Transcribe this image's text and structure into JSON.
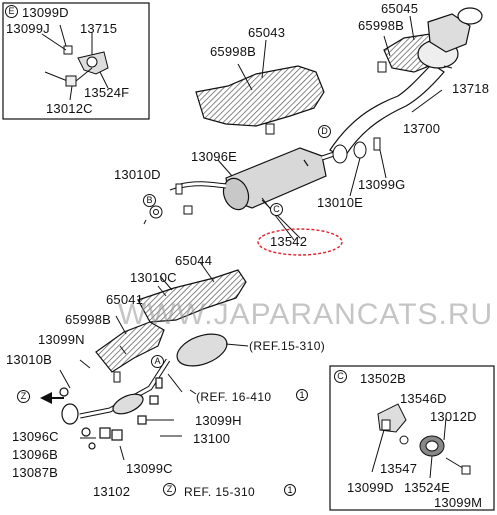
{
  "watermark": "WWW.JAPARANCATS.RU",
  "colors": {
    "line": "#111111",
    "hatch": "#555555",
    "highlight": "#e0202a"
  },
  "callouts": {
    "e": "E",
    "d": "D",
    "c": "C",
    "b": "B",
    "a": "A",
    "z": "Z"
  },
  "parts": {
    "p13099D_e": "13099D",
    "p13099J": "13099J",
    "p13715": "13715",
    "p13524F": "13524F",
    "p13012C": "13012C",
    "p65043": "65043",
    "p65998B_top": "65998B",
    "p65045": "65045",
    "p65998B_right": "65998B",
    "p13718": "13718",
    "p13700": "13700",
    "p13096E": "13096E",
    "p13010D": "13010D",
    "p13099G": "13099G",
    "p13010E": "13010E",
    "p13542": "13542",
    "p65044": "65044",
    "p13010C": "13010C",
    "p65041": "65041",
    "p65998B_left": "65998B",
    "p13099N": "13099N",
    "p13010B": "13010B",
    "p13099H": "13099H",
    "p13100": "13100",
    "p13096C": "13096C",
    "p13096B": "13096B",
    "p13087B": "13087B",
    "p13102": "13102",
    "p13099C": "13099C",
    "p13502B": "13502B",
    "p13546D": "13546D",
    "p13012D": "13012D",
    "p13547": "13547",
    "p13099D_c": "13099D",
    "p13524E": "13524E",
    "p13099M": "13099M"
  },
  "refs": {
    "ref1": "(REF.15-310)",
    "ref2": "(REF. 16-410",
    "ref2_num": "1",
    "ref3": "REF. 15-310",
    "ref3_num": "1"
  }
}
